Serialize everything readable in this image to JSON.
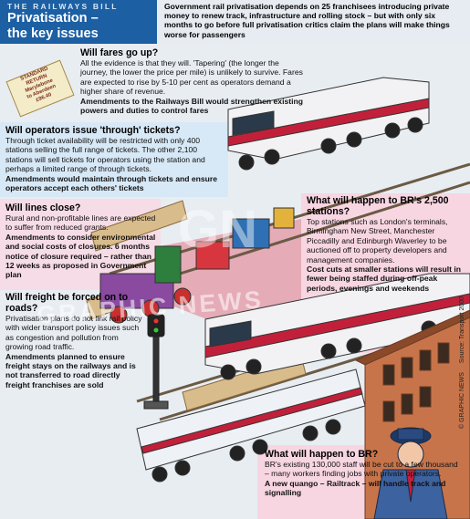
{
  "header": {
    "kicker": "THE RAILWAYS BILL",
    "title_line1": "Privatisation –",
    "title_line2": "the key issues",
    "intro": "Government rail privatisation depends on 25 franchisees introducing private money to renew track, infrastructure and rolling stock – but with only six months to go before full privatisation critics claim the plans will make things worse for passengers"
  },
  "sections": {
    "fares": {
      "heading": "Will fares go up?",
      "body": "All the evidence is that they will. 'Tapering' (the longer the journey, the lower the price per mile) is unlikely to survive. Fares are expected to rise by 5-10 per cent as operators demand a higher share of revenue.",
      "bold": "Amendments to the Railways Bill would strengthen existing powers and duties to control fares"
    },
    "tickets": {
      "heading": "Will operators issue 'through' tickets?",
      "body": "Through ticket availability will be restricted with only 400 stations selling the full range of tickets. The other 2,100 stations will sell tickets for operators using the station and perhaps a limited range of through tickets.",
      "bold": "Amendments would maintain through tickets and ensure operators accept each others' tickets"
    },
    "lines": {
      "heading": "Will lines close?",
      "body": "Rural and non-profitable lines are expected to suffer from reduced grants.",
      "bold": "Amendments to consider environmental and social costs of closures. 6 months notice of closure required – rather than 12 weeks as proposed in Government plan"
    },
    "freight": {
      "heading": "Will freight be forced on to roads?",
      "body": "Privatisation plans do not link rail policy with wider transport policy issues such as congestion and pollution from growing road traffic.",
      "bold": "Amendments planned to ensure freight stays on the railways and is not transferred to road directly freight franchises are sold"
    },
    "stations": {
      "heading": "What will happen to BR's 2,500 stations?",
      "body": "Top stations such as London's terminals, Birmingham New Street, Manchester Piccadilly and Edinburgh Waverley to be auctioned off to property developers and management companies.",
      "bold": "Cost cuts at smaller stations will result in fewer being staffed during off-peak periods, evenings and weekends"
    },
    "br": {
      "heading": "What will happen to BR?",
      "body": "BR's existing 130,000 staff will be cut to a few thousand – many workers finding jobs with private operators.",
      "bold": "A new quango – Railtrack – will handle track and signalling"
    }
  },
  "ticket_card": {
    "line1": "STANDARD",
    "line2": "RETURN",
    "line3": "Marylebone",
    "line4": "to Aberdeen",
    "price": "£96.40"
  },
  "watermark": {
    "logo": "GN",
    "text": "GRAPHIC NEWS"
  },
  "credit": {
    "agency": "© GRAPHIC NEWS",
    "source": "Source: Transport 2000"
  },
  "colors": {
    "title_blue": "#1c5fa3",
    "panel_pink": "#f7d9e4",
    "panel_blue": "#cfe3f3",
    "train_red": "#c2203a",
    "station_brick": "#c8744a"
  }
}
